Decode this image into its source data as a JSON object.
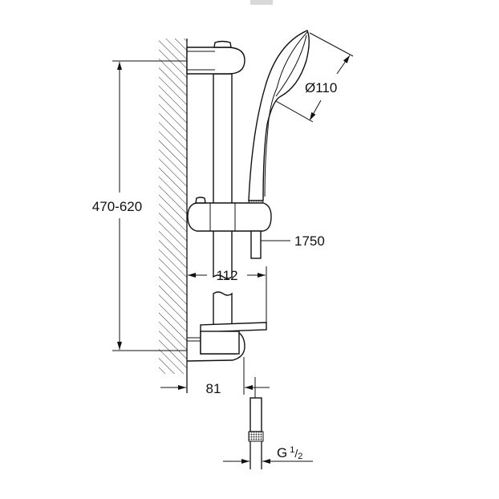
{
  "dimensions": {
    "height_range": "470-620",
    "head_diameter": "Ø110",
    "hose_length": "1750",
    "rail_projection": "112",
    "bracket_projection": "81",
    "thread_main": "G",
    "thread_num": "1",
    "thread_den": "2"
  },
  "colors": {
    "line": "#111111",
    "background": "#ffffff"
  }
}
